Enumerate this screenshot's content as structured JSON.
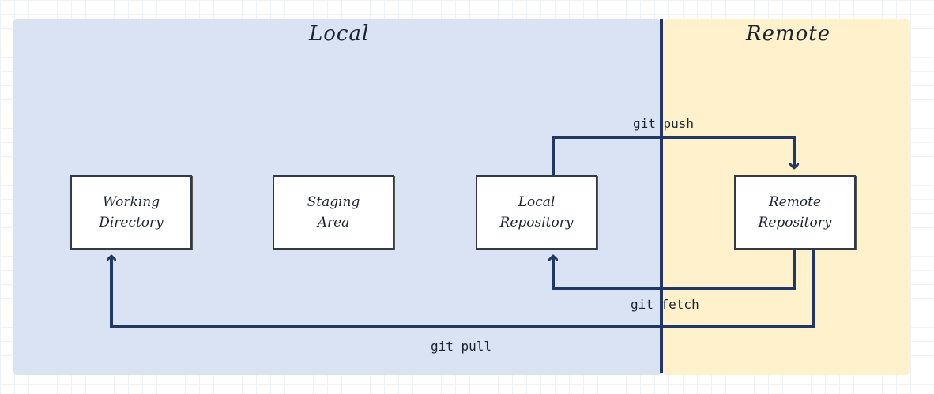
{
  "regions": {
    "local": {
      "title": "Local",
      "color": "#dae3f3"
    },
    "remote": {
      "title": "Remote",
      "color": "#fff1cc"
    }
  },
  "boxes": {
    "working_directory": "Working\nDirectory",
    "staging_area": "Staging\nArea",
    "local_repository": "Local\nRepository",
    "remote_repository": "Remote\nRepository"
  },
  "commands": {
    "push": "git push",
    "fetch": "git fetch",
    "pull": "git pull"
  },
  "colors": {
    "arrow": "#213867",
    "divider": "#213867"
  }
}
